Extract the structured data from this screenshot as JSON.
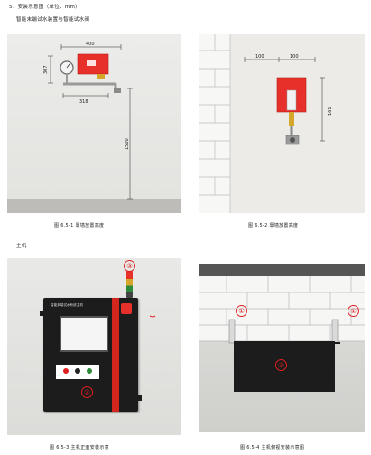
{
  "section_heading": "5．安装示意图（单位：mm）",
  "sub_heading": "智能末端试水装置与智能试水阀",
  "host_label": "主机",
  "captions": {
    "fig1": "图  6.5-1   靠墙放置高度",
    "fig2": "图  6.5-2   靠墙放置高度",
    "fig3": "图  6.5-3   主机正面安装示意",
    "fig4": "图  6.5-4   主机俯视安装示意图"
  },
  "dimensions": {
    "width_top": "400",
    "height_left": "307",
    "width_bottom": "318",
    "height_floor": "1500",
    "side_left": "100",
    "side_right": "100",
    "side_height": "161"
  },
  "host_panel": {
    "title": "智能末端试水系统主机",
    "buttons": [
      "",
      "",
      ""
    ]
  },
  "markers": {
    "m1": "①",
    "m2": "②",
    "m3": "③"
  },
  "colors": {
    "device_red": "#e8302a",
    "host_black": "#1c1c1c",
    "marker_red": "#e02020",
    "wall_light": "#e8e8e6"
  }
}
